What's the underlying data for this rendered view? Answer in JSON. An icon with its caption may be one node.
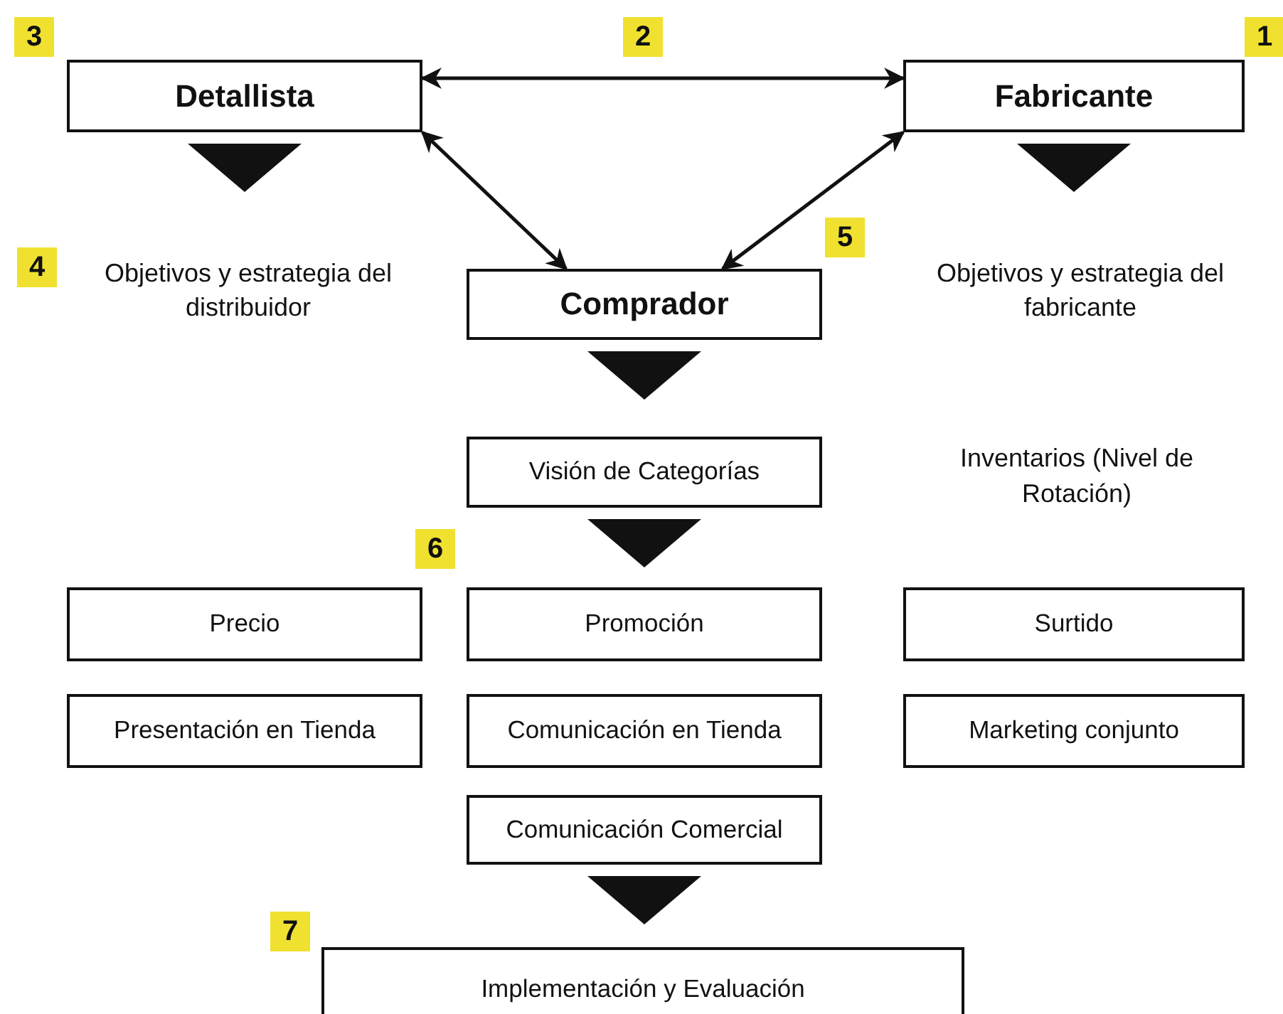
{
  "diagram": {
    "nodes": [
      {
        "text": [
          "Detallista"
        ]
      },
      {
        "text": [
          "Fabricante"
        ]
      },
      {
        "text": [
          "Objetivos y estrategia del distribuidor"
        ]
      },
      {
        "text": [
          "Comprador"
        ]
      },
      {
        "text": [
          "Objetivos y estrategia del fabricante"
        ]
      },
      {
        "text": [
          "Visión de Categorías"
        ]
      },
      {
        "text": [
          "Precio"
        ]
      },
      {
        "text": [
          "Promoción"
        ]
      },
      {
        "text": [
          "Surtido"
        ]
      },
      {
        "text": [
          "Presentación en Tienda"
        ]
      },
      {
        "text": [
          "Comunicación en Tienda"
        ]
      },
      {
        "text": [
          "Marketing conjunto"
        ]
      },
      {
        "text": [
          "Comunicación Comercial"
        ]
      },
      {
        "text": [
          "Implementación y Evaluación"
        ]
      }
    ],
    "edges": [
      {
        "from": 0,
        "to": 1,
        "arrow": "both"
      },
      {
        "from": 0,
        "to": 3,
        "arrow": "both"
      },
      {
        "from": 1,
        "to": 3,
        "arrow": "both"
      },
      {
        "from": 0,
        "to": 2,
        "arrow": "to",
        "style": "thick"
      },
      {
        "from": 1,
        "to": 4,
        "arrow": "to",
        "style": "thick"
      },
      {
        "from": 3,
        "to": 5,
        "arrow": "to",
        "style": "thick"
      },
      {
        "from": 5,
        "to": 7,
        "arrow": "to",
        "style": "thick"
      },
      {
        "from": 12,
        "to": 13,
        "arrow": "to",
        "style": "thick"
      }
    ],
    "labels": [
      "3",
      "2",
      "1",
      "4",
      "5",
      "Inventarios (Nivel de Rotación)",
      "6",
      "7"
    ]
  }
}
